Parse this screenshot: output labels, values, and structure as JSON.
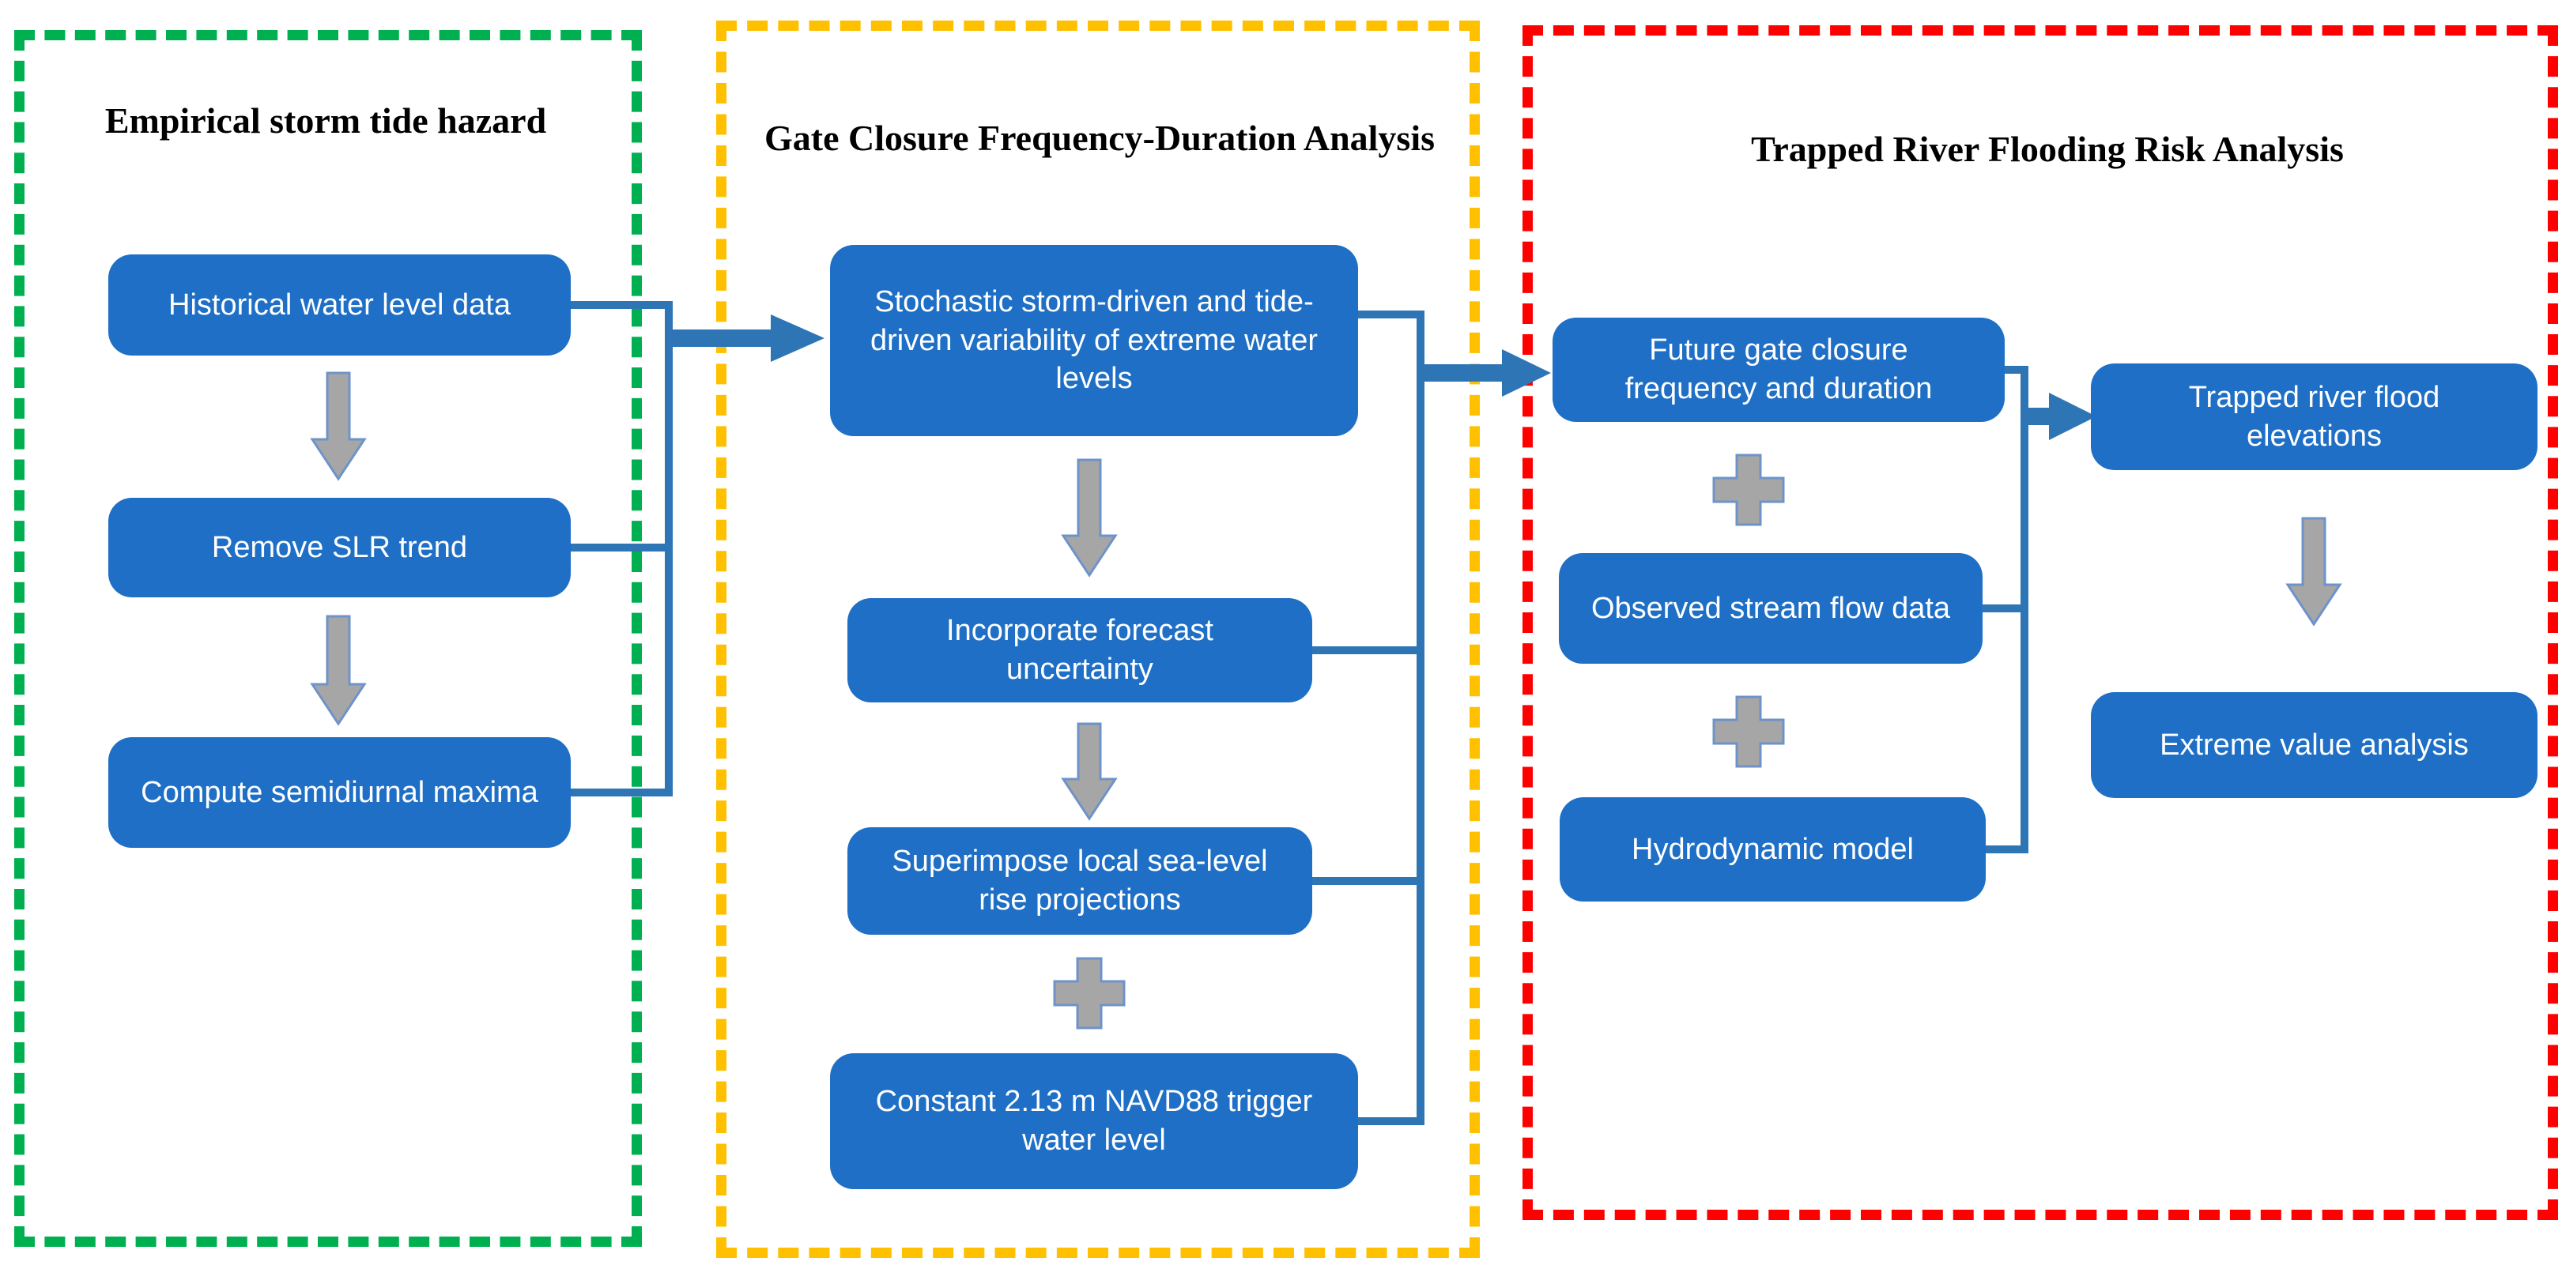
{
  "figure": {
    "type": "flowchart",
    "description": "Three-stage storm tide and trapped river flooding risk methodology flow diagram"
  },
  "colors": {
    "box_blue": "#1e6fc5",
    "connector_blue": "#2e75b6",
    "panel_green": "#00b050",
    "panel_yellow": "#ffc000",
    "panel_red": "#ff0000",
    "arrow_gray": "#a6a6a6",
    "arrow_outline_blue": "#6e93c9",
    "title_color": "#000000",
    "box_text_color": "#ffffff"
  },
  "icons": {
    "down_arrow": "gray block arrow pointing down",
    "plus": "gray plus sign (combine inputs)",
    "flow_arrow": "thick blue arrow pointing right"
  },
  "panels": [
    {
      "title": "Empirical storm tide hazard",
      "border": "green dashed",
      "boxes": [
        {
          "label": "Historical water level data"
        },
        {
          "label": "Remove SLR trend"
        },
        {
          "label": "Compute semidiurnal maxima"
        }
      ]
    },
    {
      "title": "Gate Closure Frequency-Duration Analysis",
      "border": "yellow dashed",
      "boxes": [
        {
          "label": "Stochastic storm-driven and tide-driven variability of extreme water levels"
        },
        {
          "label": "Incorporate forecast uncertainty"
        },
        {
          "label": "Superimpose local sea-level rise projections"
        },
        {
          "label": "Constant 2.13 m NAVD88 trigger water level"
        }
      ]
    },
    {
      "title": "Trapped River Flooding Risk Analysis",
      "border": "red dashed",
      "boxes": [
        {
          "label": "Future gate closure frequency and duration"
        },
        {
          "label": "Observed stream flow data"
        },
        {
          "label": "Hydrodynamic model"
        },
        {
          "label": "Trapped river flood elevations"
        },
        {
          "label": "Extreme value analysis"
        }
      ]
    }
  ]
}
